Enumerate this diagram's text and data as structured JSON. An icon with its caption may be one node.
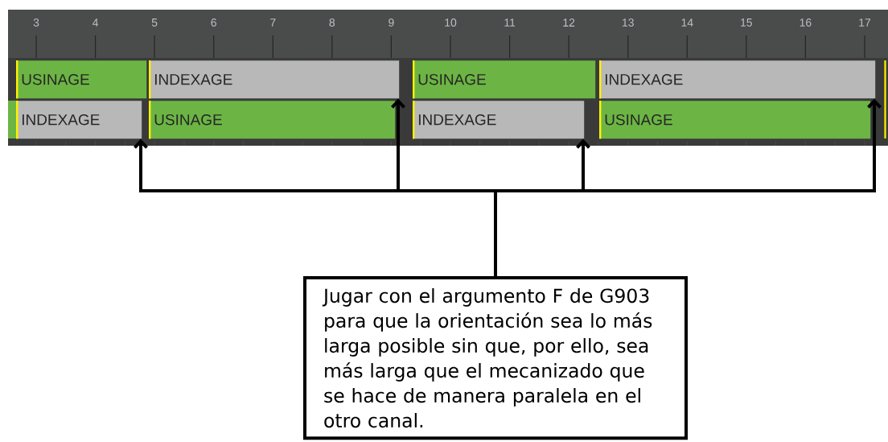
{
  "diagram": {
    "nodes": [
      {
        "text": [
          "USINAGE"
        ]
      },
      {
        "text": [
          "INDEXAGE"
        ]
      },
      {
        "text": [
          "USINAGE"
        ]
      },
      {
        "text": [
          "INDEXAGE"
        ]
      },
      {
        "text": [
          "INDEXAGE"
        ]
      },
      {
        "text": [
          "USINAGE"
        ]
      },
      {
        "text": [
          "INDEXAGE"
        ]
      },
      {
        "text": [
          "USINAGE"
        ]
      },
      {
        "text": [
          "Jugar con el argumento F de G903 para que la orientación sea lo más larga posible sin que, por ello, sea más larga que el mecanizado que se hace de manera paralela en el otro canal."
        ]
      }
    ],
    "edges": [
      {
        "from": 8,
        "to": 4,
        "arrow": "to"
      },
      {
        "from": 8,
        "to": 1,
        "arrow": "to"
      },
      {
        "from": 8,
        "to": 6,
        "arrow": "to"
      },
      {
        "from": 8,
        "to": 3,
        "arrow": "to"
      }
    ],
    "labels": [
      "3",
      "4",
      "5",
      "6",
      "7",
      "8",
      "9",
      "10",
      "11",
      "12",
      "13",
      "14",
      "15",
      "16",
      "17"
    ]
  }
}
